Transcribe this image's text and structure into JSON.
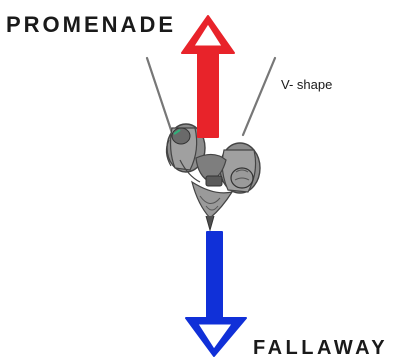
{
  "labels": {
    "top": "PROMENADE",
    "shape": "V- shape",
    "bottom": "FALLAWAY"
  },
  "colors": {
    "top_arrow": "#e8232a",
    "bottom_arrow": "#1030d8",
    "lines": "#777777",
    "figures": "#8c8c8c",
    "shadow": "#4f4f4f"
  }
}
